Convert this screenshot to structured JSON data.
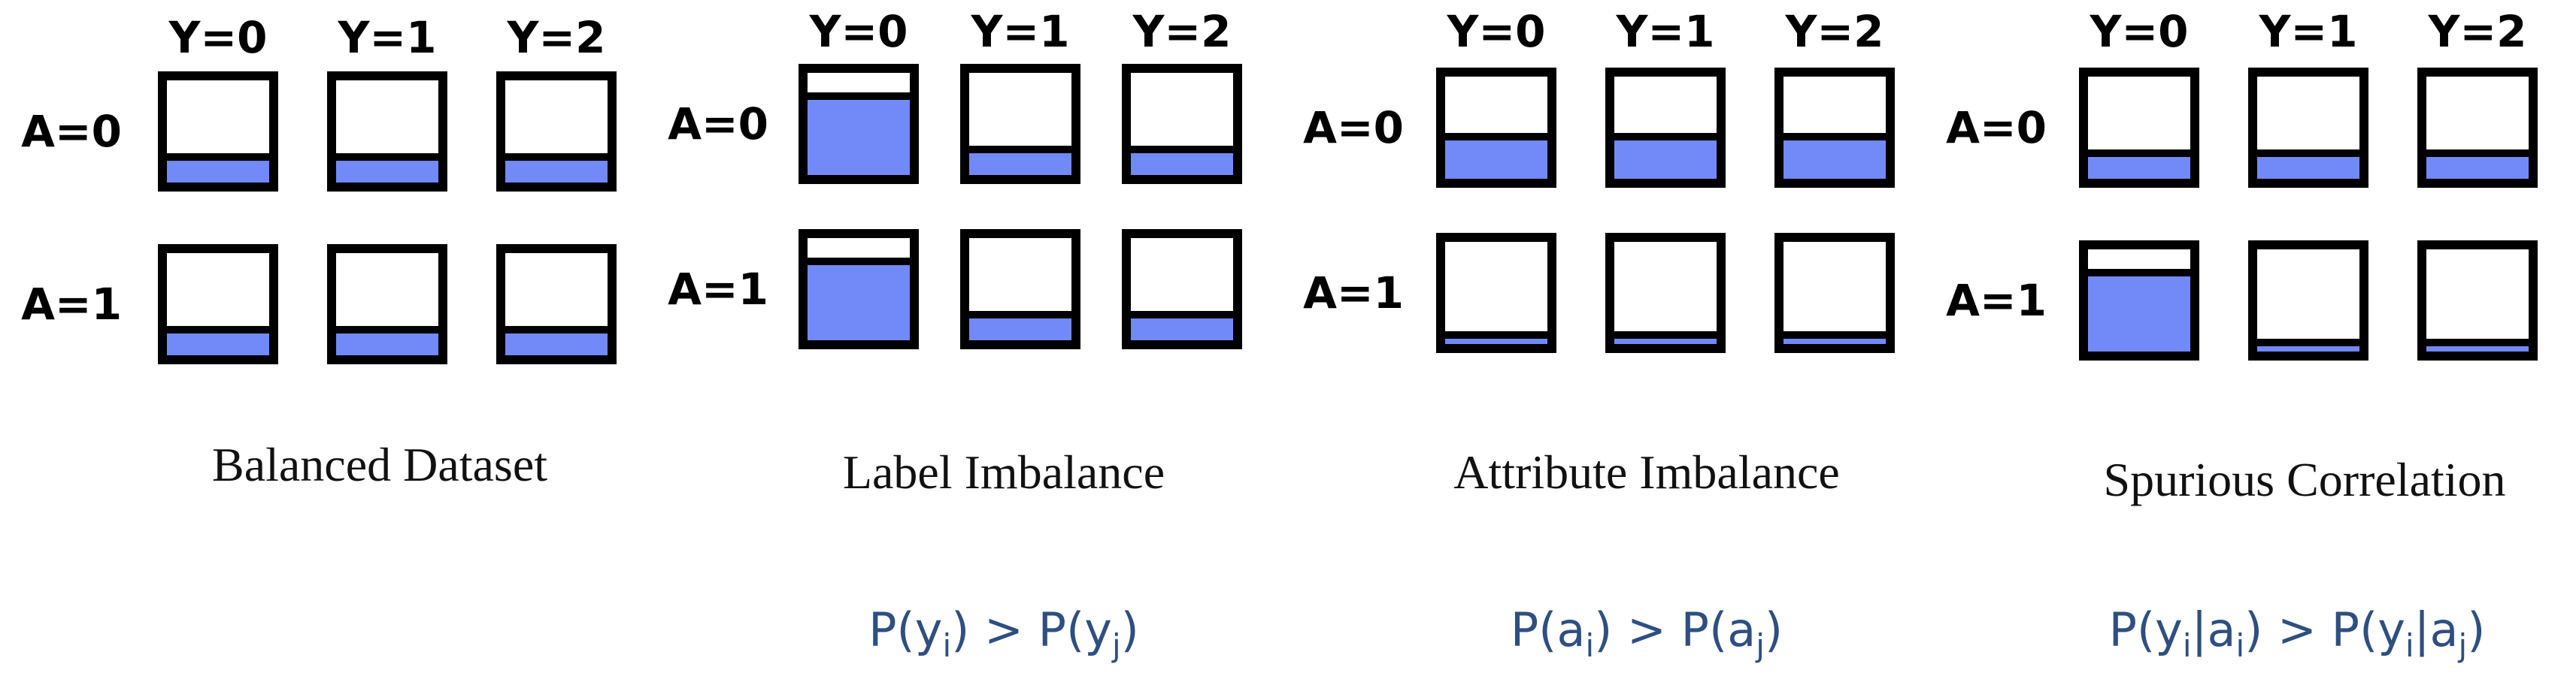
{
  "colors": {
    "fill": "#7289f8",
    "border": "#000000",
    "formula": "#2e4f80",
    "box_bg": "#ffffff"
  },
  "panels": [
    {
      "caption": "Balanced Dataset",
      "formula": [],
      "col_labels": [
        "Y=0",
        "Y=1",
        "Y=2"
      ],
      "row_labels": [
        "A=0",
        "A=1"
      ],
      "fill_fractions": [
        [
          0.27,
          0.27,
          0.27
        ],
        [
          0.27,
          0.27,
          0.27
        ]
      ]
    },
    {
      "caption": "Label Imbalance",
      "formula": [
        "P(y",
        "i",
        ") > P(y",
        "j",
        ")"
      ],
      "col_labels": [
        "Y=0",
        "Y=1",
        "Y=2"
      ],
      "row_labels": [
        "A=0",
        "A=1"
      ],
      "fill_fractions": [
        [
          0.75,
          0.27,
          0.27
        ],
        [
          0.75,
          0.27,
          0.27
        ]
      ]
    },
    {
      "caption": "Attribute Imbalance",
      "formula": [
        "P(a",
        "i",
        ") > P(a",
        "j",
        ")"
      ],
      "col_labels": [
        "Y=0",
        "Y=1",
        "Y=2"
      ],
      "row_labels": [
        "A=0",
        "A=1"
      ],
      "fill_fractions": [
        [
          0.42,
          0.42,
          0.42
        ],
        [
          0.12,
          0.12,
          0.12
        ]
      ]
    },
    {
      "caption": "Spurious Correlation",
      "formula": [
        "P(y",
        "i",
        "|a",
        "i",
        ") > P(y",
        "i",
        "|a",
        "j",
        ")"
      ],
      "col_labels": [
        "Y=0",
        "Y=1",
        "Y=2"
      ],
      "row_labels": [
        "A=0",
        "A=1"
      ],
      "fill_fractions": [
        [
          0.27,
          0.27,
          0.27
        ],
        [
          0.75,
          0.12,
          0.12
        ]
      ]
    }
  ]
}
